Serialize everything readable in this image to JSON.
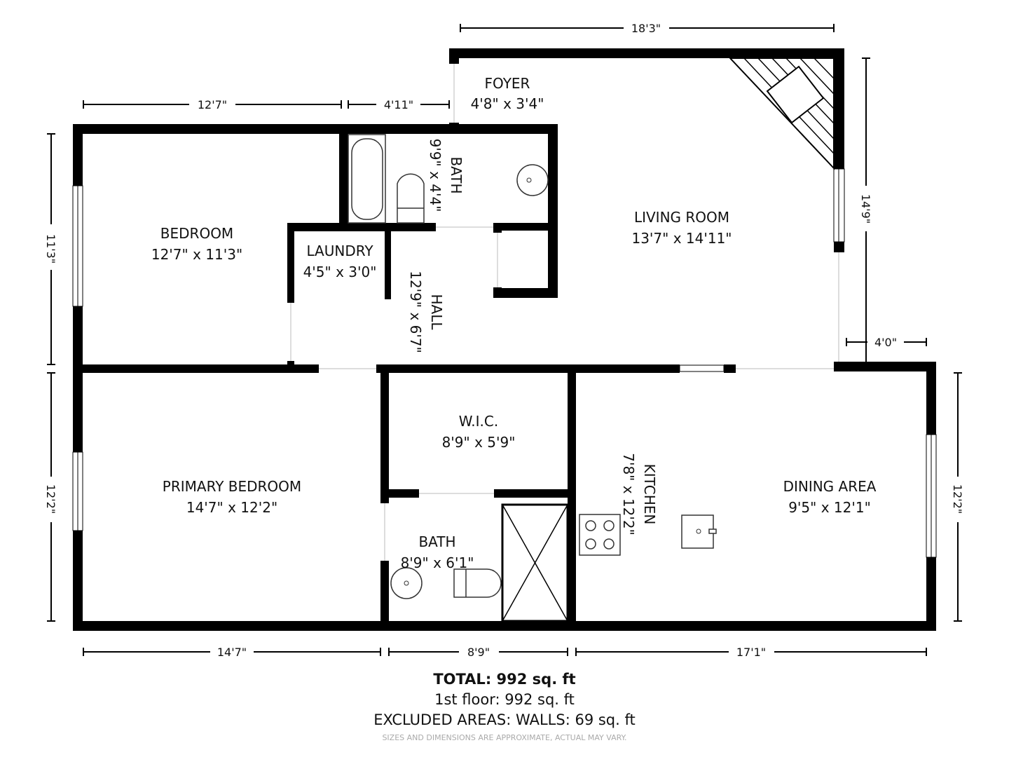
{
  "rooms": {
    "foyer": {
      "name": "FOYER",
      "size": "4'8\" x 3'4\""
    },
    "living": {
      "name": "LIVING ROOM",
      "size": "13'7\" x 14'11\""
    },
    "bedroom": {
      "name": "BEDROOM",
      "size": "12'7\" x 11'3\""
    },
    "bath1": {
      "name": "BATH",
      "size": "9'9\" x 4'4\""
    },
    "laundry": {
      "name": "LAUNDRY",
      "size": "4'5\" x 3'0\""
    },
    "hall": {
      "name": "HALL",
      "size": "12'9\" x 6'7\""
    },
    "primary": {
      "name": "PRIMARY BEDROOM",
      "size": "14'7\" x 12'2\""
    },
    "wic": {
      "name": "W.I.C.",
      "size": "8'9\" x 5'9\""
    },
    "bath2": {
      "name": "BATH",
      "size": "8'9\" x 6'1\""
    },
    "kitchen": {
      "name": "KITCHEN",
      "size": "7'8\" x 12'2\""
    },
    "dining": {
      "name": "DINING AREA",
      "size": "9'5\" x 12'1\""
    }
  },
  "dimensions": {
    "top": "18'3\"",
    "top_left_a": "12'7\"",
    "top_left_b": "4'11\"",
    "left_upper": "11'3\"",
    "left_lower": "12'2\"",
    "right_upper": "14'9\"",
    "right_step": "4'0\"",
    "right_lower": "12'2\"",
    "bottom_a": "14'7\"",
    "bottom_b": "8'9\"",
    "bottom_c": "17'1\""
  },
  "footer": {
    "total": "TOTAL: 992 sq. ft",
    "floor1": "1st floor: 992 sq. ft",
    "excluded": "EXCLUDED AREAS: WALLS: 69 sq. ft",
    "disclaimer": "SIZES AND DIMENSIONS ARE APPROXIMATE, ACTUAL MAY VARY."
  }
}
